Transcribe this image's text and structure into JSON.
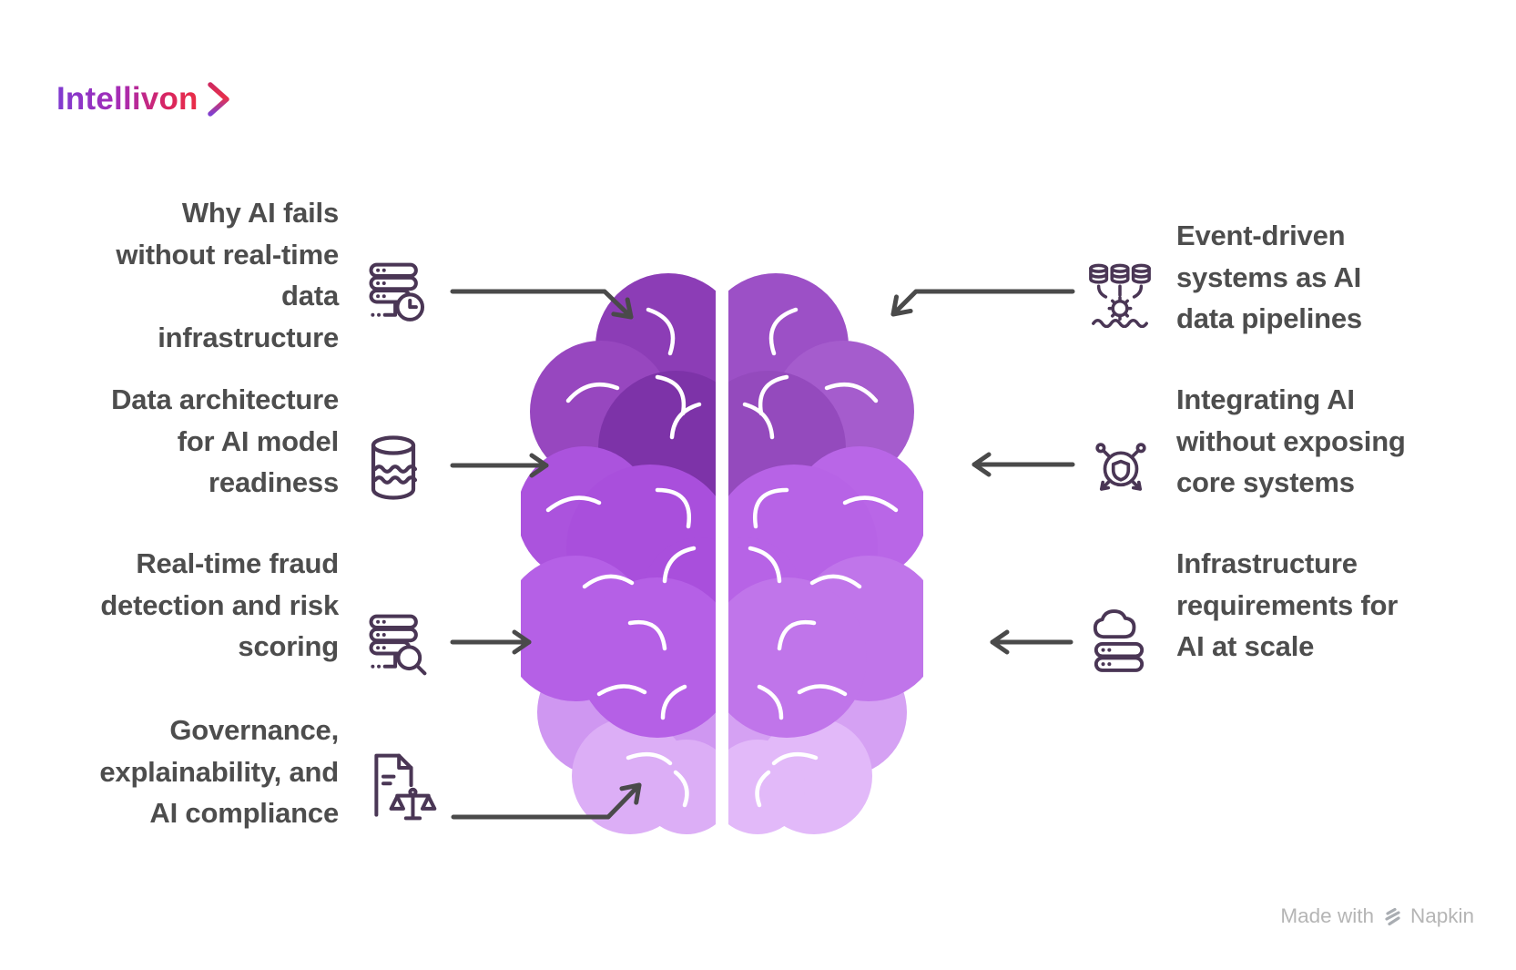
{
  "logo": {
    "text": "Intellivon"
  },
  "left_items": [
    {
      "icon": "server-clock-icon",
      "lines": [
        "Why AI fails",
        "without real-time",
        "data",
        "infrastructure"
      ]
    },
    {
      "icon": "database-icon",
      "lines": [
        "Data architecture",
        "for AI model",
        "readiness"
      ]
    },
    {
      "icon": "server-search-icon",
      "lines": [
        "Real-time fraud",
        "detection and risk",
        "scoring"
      ]
    },
    {
      "icon": "document-scales-icon",
      "lines": [
        "Governance,",
        "explainability, and",
        "AI compliance"
      ]
    }
  ],
  "right_items": [
    {
      "icon": "databases-gear-icon",
      "lines": [
        "Event-driven",
        "systems as AI",
        "data pipelines"
      ]
    },
    {
      "icon": "shield-network-icon",
      "lines": [
        "Integrating AI",
        "without exposing",
        "core systems"
      ]
    },
    {
      "icon": "cloud-server-icon",
      "lines": [
        "Infrastructure",
        "requirements for",
        "AI at scale"
      ]
    }
  ],
  "footer": {
    "made_with": "Made with",
    "brand": "Napkin"
  },
  "colors": {
    "label_text": "#4d4d4d",
    "arrow": "#4a4a4a",
    "icon_stroke": "#4a3655",
    "logo_gradient": [
      "#7f3bd0",
      "#a62bb5",
      "#ea2e45"
    ],
    "brain_left_shades": [
      "#8c3db6",
      "#7d33a8",
      "#ab53dd",
      "#b560e6",
      "#cf97f1",
      "#dcaef6"
    ],
    "brain_right_shades": [
      "#9c50c6",
      "#944abd",
      "#b966e7",
      "#c075ea",
      "#d5a1f3",
      "#e2b9f9"
    ]
  }
}
